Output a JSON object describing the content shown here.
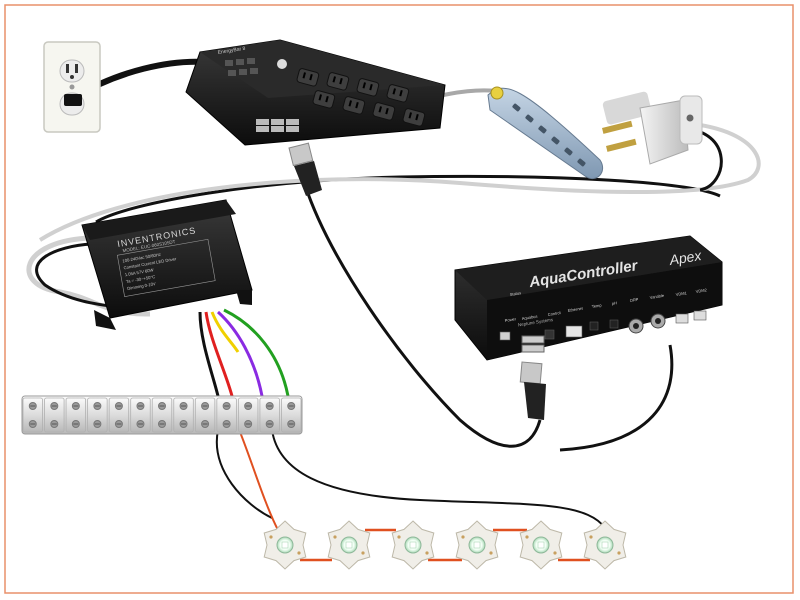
{
  "driver": {
    "brand": "INVENTRONICS",
    "model_line": "MODEL: EUC-060S105DT",
    "spec_lines": [
      "100-240Vac 50/60Hz",
      "Constant Current LED Driver",
      "1.05A  57V  60W",
      "Ta = -30~+50°C",
      "Dimming 0-10V"
    ]
  },
  "controller": {
    "title": "AquaController",
    "title_suffix": "Apex",
    "port_labels": [
      "Status",
      "Power",
      "Aquabus",
      "Control",
      "Ethernet",
      "Temp",
      "pH",
      "ORP",
      "Variable",
      "VDM1",
      "VDM2"
    ],
    "maker": "Neptune Systems"
  },
  "power_strip": {
    "badge": "EnergyBar 8"
  },
  "colors": {
    "frame": "#e8906a",
    "wire_black": "#111111",
    "wire_white": "#d0d0d0",
    "wire_red": "#e02020",
    "wire_yellow": "#f0d000",
    "wire_purple": "#8a2be2",
    "wire_green": "#22a020",
    "wire_orange": "#e05020",
    "led_board": "#f0eee8"
  },
  "led_count": 6,
  "terminal_count": 13
}
